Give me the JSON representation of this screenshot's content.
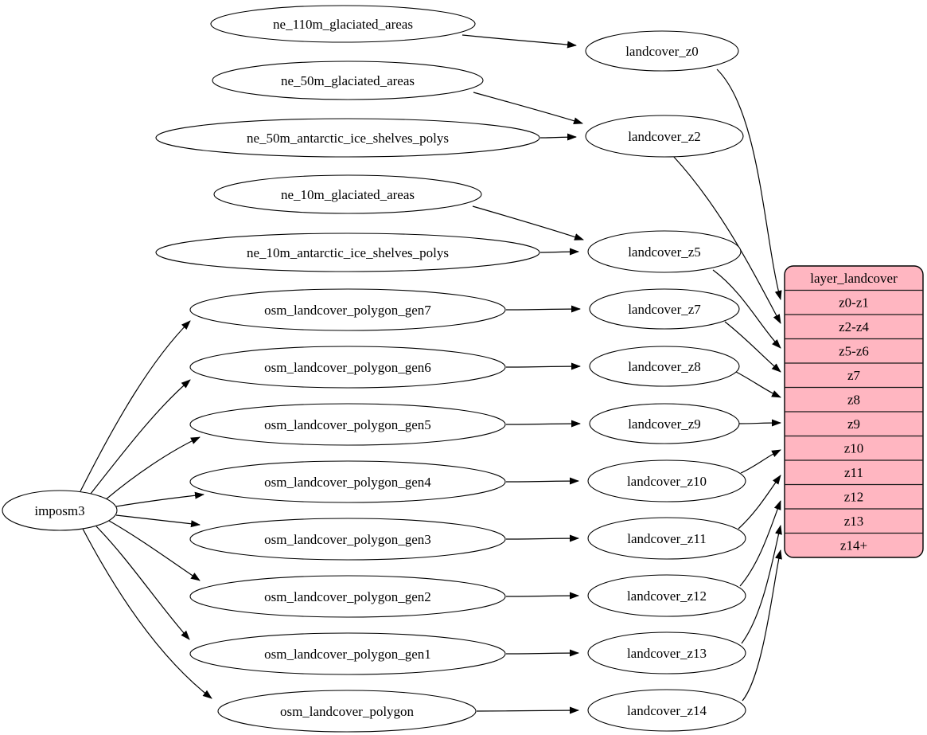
{
  "colors": {
    "background": "#ffffff",
    "node_fill": "#ffffff",
    "node_stroke": "#000000",
    "table_fill": "#ffb6c1",
    "edge_color": "#000000"
  },
  "nodes": {
    "imposm3": "imposm3",
    "ne_110m_glaciated_areas": "ne_110m_glaciated_areas",
    "ne_50m_glaciated_areas": "ne_50m_glaciated_areas",
    "ne_50m_antarctic_ice_shelves_polys": "ne_50m_antarctic_ice_shelves_polys",
    "ne_10m_glaciated_areas": "ne_10m_glaciated_areas",
    "ne_10m_antarctic_ice_shelves_polys": "ne_10m_antarctic_ice_shelves_polys",
    "osm_landcover_polygon_gen7": "osm_landcover_polygon_gen7",
    "osm_landcover_polygon_gen6": "osm_landcover_polygon_gen6",
    "osm_landcover_polygon_gen5": "osm_landcover_polygon_gen5",
    "osm_landcover_polygon_gen4": "osm_landcover_polygon_gen4",
    "osm_landcover_polygon_gen3": "osm_landcover_polygon_gen3",
    "osm_landcover_polygon_gen2": "osm_landcover_polygon_gen2",
    "osm_landcover_polygon_gen1": "osm_landcover_polygon_gen1",
    "osm_landcover_polygon": "osm_landcover_polygon",
    "landcover_z0": "landcover_z0",
    "landcover_z2": "landcover_z2",
    "landcover_z5": "landcover_z5",
    "landcover_z7": "landcover_z7",
    "landcover_z8": "landcover_z8",
    "landcover_z9": "landcover_z9",
    "landcover_z10": "landcover_z10",
    "landcover_z11": "landcover_z11",
    "landcover_z12": "landcover_z12",
    "landcover_z13": "landcover_z13",
    "landcover_z14": "landcover_z14"
  },
  "table": {
    "title": "layer_landcover",
    "rows": [
      "z0-z1",
      "z2-z4",
      "z5-z6",
      "z7",
      "z8",
      "z9",
      "z10",
      "z11",
      "z12",
      "z13",
      "z14+"
    ]
  },
  "edges": [
    {
      "from": "imposm3",
      "to": "osm_landcover_polygon_gen7"
    },
    {
      "from": "imposm3",
      "to": "osm_landcover_polygon_gen6"
    },
    {
      "from": "imposm3",
      "to": "osm_landcover_polygon_gen5"
    },
    {
      "from": "imposm3",
      "to": "osm_landcover_polygon_gen4"
    },
    {
      "from": "imposm3",
      "to": "osm_landcover_polygon_gen3"
    },
    {
      "from": "imposm3",
      "to": "osm_landcover_polygon_gen2"
    },
    {
      "from": "imposm3",
      "to": "osm_landcover_polygon_gen1"
    },
    {
      "from": "imposm3",
      "to": "osm_landcover_polygon"
    },
    {
      "from": "ne_110m_glaciated_areas",
      "to": "landcover_z0"
    },
    {
      "from": "ne_50m_glaciated_areas",
      "to": "landcover_z2"
    },
    {
      "from": "ne_50m_antarctic_ice_shelves_polys",
      "to": "landcover_z2"
    },
    {
      "from": "ne_10m_glaciated_areas",
      "to": "landcover_z5"
    },
    {
      "from": "ne_10m_antarctic_ice_shelves_polys",
      "to": "landcover_z5"
    },
    {
      "from": "osm_landcover_polygon_gen7",
      "to": "landcover_z7"
    },
    {
      "from": "osm_landcover_polygon_gen6",
      "to": "landcover_z8"
    },
    {
      "from": "osm_landcover_polygon_gen5",
      "to": "landcover_z9"
    },
    {
      "from": "osm_landcover_polygon_gen4",
      "to": "landcover_z10"
    },
    {
      "from": "osm_landcover_polygon_gen3",
      "to": "landcover_z11"
    },
    {
      "from": "osm_landcover_polygon_gen2",
      "to": "landcover_z12"
    },
    {
      "from": "osm_landcover_polygon_gen1",
      "to": "landcover_z13"
    },
    {
      "from": "osm_landcover_polygon",
      "to": "landcover_z14"
    },
    {
      "from": "landcover_z0",
      "to": "layer_landcover:z0-z1"
    },
    {
      "from": "landcover_z2",
      "to": "layer_landcover:z2-z4"
    },
    {
      "from": "landcover_z5",
      "to": "layer_landcover:z5-z6"
    },
    {
      "from": "landcover_z7",
      "to": "layer_landcover:z7"
    },
    {
      "from": "landcover_z8",
      "to": "layer_landcover:z8"
    },
    {
      "from": "landcover_z9",
      "to": "layer_landcover:z9"
    },
    {
      "from": "landcover_z10",
      "to": "layer_landcover:z10"
    },
    {
      "from": "landcover_z11",
      "to": "layer_landcover:z11"
    },
    {
      "from": "landcover_z12",
      "to": "layer_landcover:z12"
    },
    {
      "from": "landcover_z13",
      "to": "layer_landcover:z13"
    },
    {
      "from": "landcover_z14",
      "to": "layer_landcover:z14+"
    }
  ]
}
